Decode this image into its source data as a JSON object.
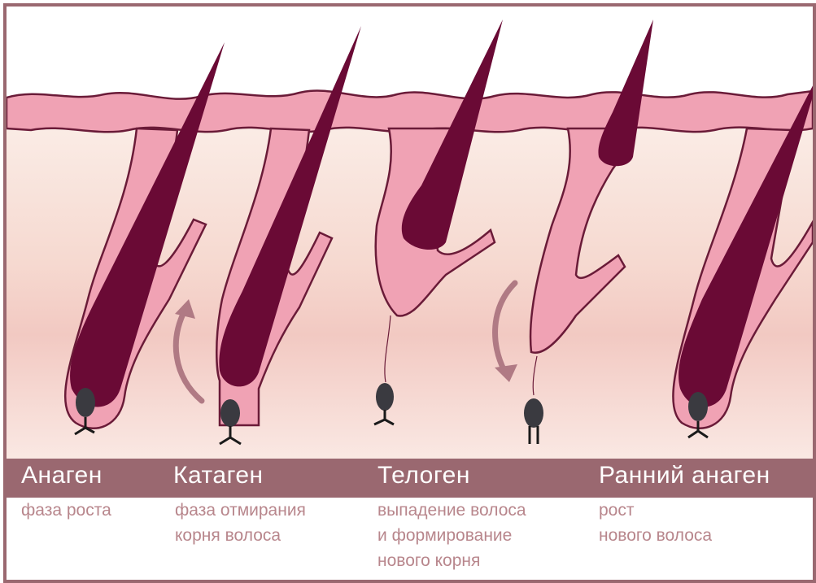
{
  "stages": [
    {
      "title": "Анаген",
      "description": [
        "фаза роста"
      ]
    },
    {
      "title": "Катаген",
      "description": [
        "фаза отмирания",
        "корня волоса"
      ]
    },
    {
      "title": "Телоген",
      "description": [
        "выпадение волоса",
        "и формирование",
        "нового корня"
      ]
    },
    {
      "title": "Ранний анаген",
      "description": [
        "рост",
        "нового волоса"
      ]
    }
  ],
  "colors": {
    "frame": "#9a6870",
    "skin": "#f0a2b4",
    "skin_outline": "#6a1b38",
    "hair": "#6a0a35",
    "papilla": "#3a3a40",
    "band_text": "#ffffff",
    "description_text": "#b8868c"
  }
}
